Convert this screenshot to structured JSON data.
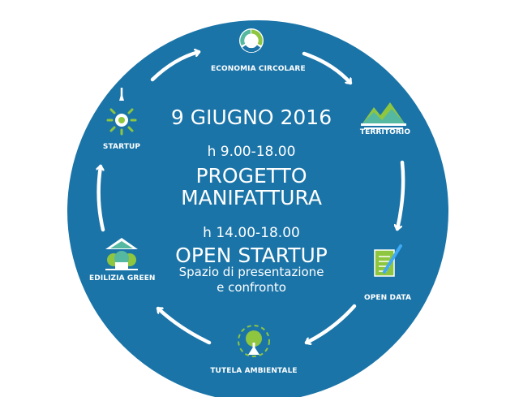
{
  "colors": {
    "circle": "#1a74a8",
    "white": "#ffffff",
    "green": "#8ec63f",
    "teal": "#55b8a0",
    "blue_light": "#3fa9f5"
  },
  "center": {
    "date": "9 GIUGNO 2016",
    "time1": "h 9.00-18.00",
    "title1_line1": "PROGETTO",
    "title1_line2": "MANIFATTURA",
    "time2": "h 14.00-18.00",
    "title2": "OPEN STARTUP",
    "subtitle_line1": "Spazio di presentazione",
    "subtitle_line2": "e confronto"
  },
  "nodes": [
    {
      "label": "ECONOMIA CIRCOLARE",
      "icon": "circular-economy-icon"
    },
    {
      "label": "TERRITORIO",
      "icon": "mountains-icon"
    },
    {
      "label": "OPEN DATA",
      "icon": "document-pen-icon"
    },
    {
      "label": "TUTELA AMBIENTALE",
      "icon": "tree-radar-icon"
    },
    {
      "label": "EDILIZIA GREEN",
      "icon": "green-building-icon"
    },
    {
      "label": "STARTUP",
      "icon": "rocket-icon"
    }
  ]
}
